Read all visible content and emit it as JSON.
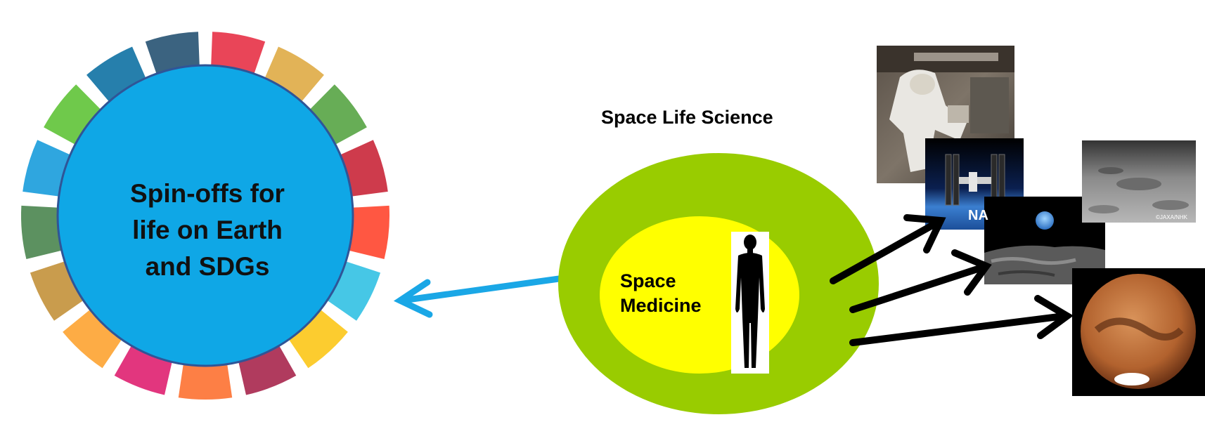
{
  "sdg_wheel": {
    "center_text_lines": [
      "Spin-offs for",
      "life on Earth",
      "and SDGs"
    ],
    "center_color": "#0FA7E6",
    "segment_colors": [
      "#E5243B",
      "#DDA63A",
      "#4C9F38",
      "#C5192D",
      "#FF3A21",
      "#26BDE2",
      "#FCC30B",
      "#A21942",
      "#FD6925",
      "#DD1367",
      "#FD9D24",
      "#BF8B2E",
      "#3F7E44",
      "#0A97D9",
      "#56C02B",
      "#00689D",
      "#19486A"
    ]
  },
  "space_life_science": {
    "title": "Space Life Science",
    "outer_color": "#99CC00",
    "inner_color": "#FFFF00",
    "inner_label_lines": [
      "Space",
      "Medicine"
    ]
  },
  "photos": {
    "astronaut": {
      "icon": "astronaut-eva-photo"
    },
    "iss": {
      "icon": "space-station-photo",
      "visible_text": "NA"
    },
    "moon_surface": {
      "icon": "lunar-surface-photo",
      "credit": "©JAXA/NHK"
    },
    "earthrise": {
      "icon": "earthrise-photo"
    },
    "mars": {
      "icon": "mars-photo"
    }
  },
  "arrows": {
    "spinoff_arrow_color": "#1AA7E6",
    "exploration_arrow_color": "#000000"
  }
}
